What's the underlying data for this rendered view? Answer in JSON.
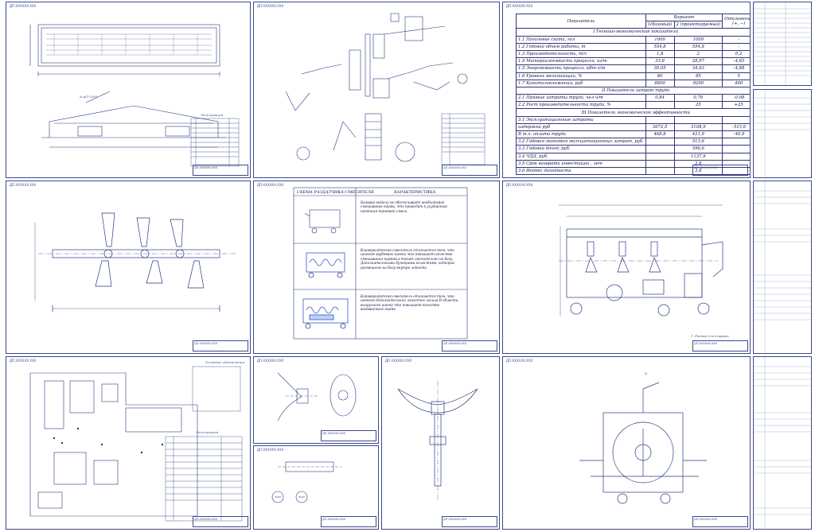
{
  "sheet_header": "ДП.ХХХХХХ.ХХХ",
  "sheets": {
    "building": {
      "section_label": "А-А(1:100)",
      "legend_title": "Экспликация",
      "stamp": "ДП.ХХХХХХ.ХХХ"
    },
    "process_flow": {
      "stamp": "ДП.ХХХХХХ.ХХХ"
    },
    "econ_table": {
      "stamp": "ДП.ХХХХХХ.ХХХ",
      "head_indicator": "Показатель",
      "head_variant": "Вариант",
      "head_base": "1(базовый)",
      "head_project": "2 (проектируемый)",
      "head_deviation": "Отклонения (+, −)",
      "rows": [
        {
          "kind": "section",
          "label": "I Технико-экономические показатели"
        },
        {
          "kind": "row",
          "label": "1.1 Поголовье скота, гол",
          "base": "1000",
          "project": "1000",
          "dev": "–"
        },
        {
          "kind": "row",
          "label": "1.2 Годовой объем работы, т",
          "base": "554,8",
          "project": "554,8",
          "dev": "–"
        },
        {
          "kind": "row",
          "label": "1.3 Производительность, т/ч",
          "base": "1,8",
          "project": "2",
          "dev": "0,2"
        },
        {
          "kind": "row",
          "label": "1.4 Материалоемкость процесса, кг/т",
          "base": "33,8",
          "project": "28,97",
          "dev": "–4,83"
        },
        {
          "kind": "row",
          "label": "1.5 Энергоемкость процесса, кВт·ч/т",
          "base": "30,05",
          "project": "34,93",
          "dev": "–4,88"
        },
        {
          "kind": "row",
          "label": "1.6 Уровень механизации, %",
          "base": "80",
          "project": "85",
          "dev": "5"
        },
        {
          "kind": "row",
          "label": "1.7 Капиталовложения, руб",
          "base": "8800",
          "project": "9200",
          "dev": "400"
        },
        {
          "kind": "section",
          "label": "II Показатели затрат труда"
        },
        {
          "kind": "row",
          "label": "2.1 Прямые затраты труда, чел·ч/т",
          "base": "0,84",
          "project": "0,76",
          "dev": "–0,08"
        },
        {
          "kind": "row",
          "label": "2.2 Рост производительности труда, %",
          "base": "",
          "project": "25",
          "dev": "+25"
        },
        {
          "kind": "section",
          "label": "III Показатели экономической эффективности"
        },
        {
          "kind": "row",
          "label": "3.1 Эксплуатационные затраты",
          "base": "",
          "project": "",
          "dev": ""
        },
        {
          "kind": "row",
          "label": "издержки руб",
          "base": "3672,5",
          "project": "3108,9",
          "dev": "–513,6"
        },
        {
          "kind": "row",
          "label": "В т.ч. оплата труда",
          "base": "468,8",
          "project": "421,9",
          "dev": "–46,9"
        },
        {
          "kind": "row",
          "label": "3.2 Годовая экономия эксплуатационных затрат, руб.",
          "base": "",
          "project": "513,6",
          "dev": ""
        },
        {
          "kind": "row",
          "label": "3.3 Годовой доход, руб.",
          "base": "",
          "project": "596,6",
          "dev": ""
        },
        {
          "kind": "row",
          "label": "3.4 ЧДД, руб.",
          "base": "",
          "project": "1137,9",
          "dev": ""
        },
        {
          "kind": "row",
          "label": "3.5 Срок возврата инвестиций , лет",
          "base": "",
          "project": "2,8",
          "dev": ""
        },
        {
          "kind": "row",
          "label": "3.6 Индекс доходности",
          "base": "",
          "project": "3,8",
          "dev": ""
        }
      ]
    },
    "rotor": {
      "stamp": "ДП.ХХХХХХ.ХХХ"
    },
    "scheme": {
      "stamp": "ДП.ХХХХХХ.ХХХ",
      "col1_title": "СХЕМА РАЗДАТЧИКА-СМЕСИТЕЛЯ",
      "col2_title": "ХАРАКТЕРИСТИКА",
      "items": [
        {
          "text": "Базовая модель не обеспечивает необходимое смешивание корма, что приводит к ухудшению поедания кормовой смеси"
        },
        {
          "text": "Кормораздатчик-смеситель отличается тем, что шнеком грубовано шнека что повышает качество смешивания кормов а также значительно на базу. Дополнительными бункерами полостями, которые размещены на базу внутри лопасти"
        },
        {
          "text": "Кормораздатчик-смеситель отличается тем, что шнеком дополнительной лопастью лосала В области выгрузного шнека что повышает качество выдаваемого корма"
        }
      ]
    },
    "assembly": {
      "note": "1. Размер для справок",
      "stamp": "ДП.ХХХХХХ.ХХХ"
    },
    "plan": {
      "legend_title": "Условные обозначения",
      "table_title": "Экспликация",
      "stamp": "ДП.ХХХХХХ.ХХХ"
    },
    "impeller": {
      "stamp": "ДП.ХХХХХХ.ХХХ"
    },
    "shaft": {
      "stamp": "ДП.ХХХХХХ.ХХХ"
    },
    "blade_unit": {
      "stamp": "ДП.ХХХХХХ.ХХХ"
    },
    "side_view": {
      "label": "А",
      "stamp": "ДП.ХХХХХХ.ХХХ"
    }
  }
}
